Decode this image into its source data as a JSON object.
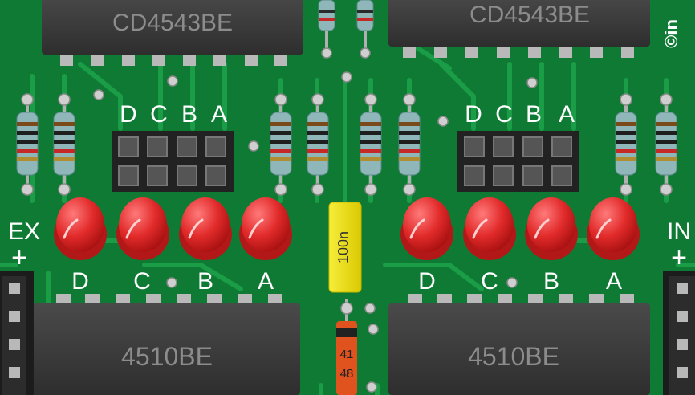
{
  "board": {
    "colors": {
      "pcb": "#0f7a34",
      "trace": "#1a9a45",
      "silkscreen": "#ffffff",
      "chip": "#3b3b3b",
      "led": "#e22b2b",
      "capacitor": "#f2e600",
      "pin": "#b8b8b8"
    },
    "chips_top": [
      {
        "name": "decoder-left",
        "label": "CD4543BE"
      },
      {
        "name": "decoder-right",
        "label": "CD4543BE"
      }
    ],
    "chips_bottom": [
      {
        "name": "counter-left",
        "label": "4510BE"
      },
      {
        "name": "counter-right",
        "label": "4510BE"
      }
    ],
    "header_labels_left": [
      "D",
      "C",
      "B",
      "A"
    ],
    "header_labels_right": [
      "D",
      "C",
      "B",
      "A"
    ],
    "led_labels_left": [
      "D",
      "C",
      "B",
      "A"
    ],
    "led_labels_right": [
      "D",
      "C",
      "B",
      "A"
    ],
    "capacitor_label": "100n",
    "diode_label_line1": "41",
    "diode_label_line2": "48",
    "port_left": {
      "label": "EX",
      "sign": "+"
    },
    "port_right": {
      "label": "IN",
      "sign": "+"
    },
    "corner_logo": "©in"
  }
}
